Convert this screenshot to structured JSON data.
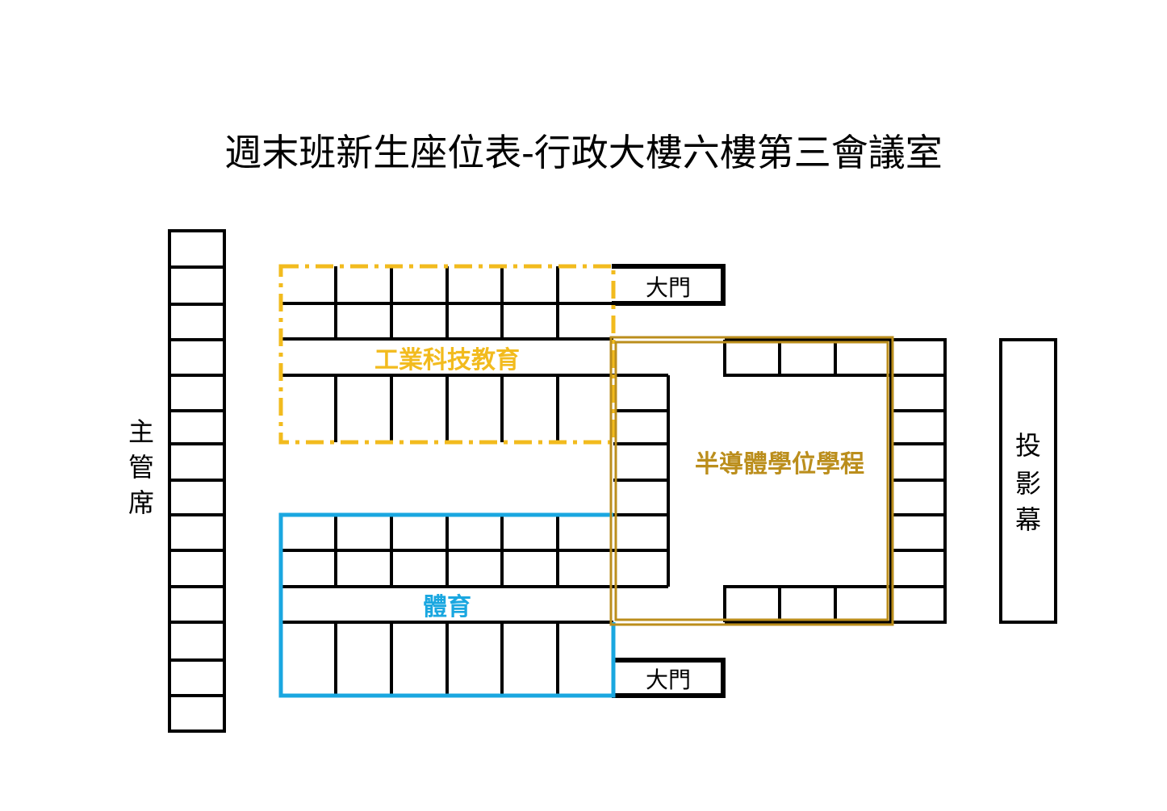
{
  "title": "週末班新生座位表-行政大樓六樓第三會議室",
  "left_label": [
    "主",
    "管",
    "席"
  ],
  "right_label": [
    "投",
    "影",
    "幕"
  ],
  "door_top": "大門",
  "door_bottom": "大門",
  "groups": {
    "industrial": {
      "label": "工業科技教育",
      "color": "#F2BB1E"
    },
    "sports": {
      "label": "體育",
      "color": "#1AA7E0"
    },
    "semiconductor": {
      "label": "半導體學位學程",
      "color": "#BB8E1C"
    }
  }
}
